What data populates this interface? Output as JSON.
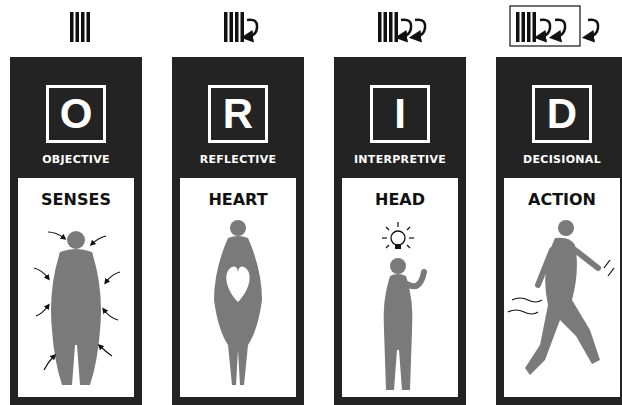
{
  "diagram": {
    "nodes": [
      {
        "text": [
          "OBJECTIVE"
        ]
      },
      {
        "text": [
          "O"
        ],
        "in": 0
      },
      {
        "text": [
          "SENSES"
        ],
        "in": 0
      },
      {
        "text": [
          "REFLECTIVE"
        ]
      },
      {
        "text": [
          "R"
        ],
        "in": 3
      },
      {
        "text": [
          "HEART"
        ],
        "in": 3
      },
      {
        "text": [
          "INTERPRETIVE"
        ]
      },
      {
        "text": [
          "I"
        ],
        "in": 6
      },
      {
        "text": [
          "HEAD"
        ],
        "in": 6
      },
      {
        "text": [
          "DECISIONAL"
        ]
      },
      {
        "text": [
          "D"
        ],
        "in": 9
      },
      {
        "text": [
          "ACTION"
        ],
        "in": 9
      }
    ]
  }
}
